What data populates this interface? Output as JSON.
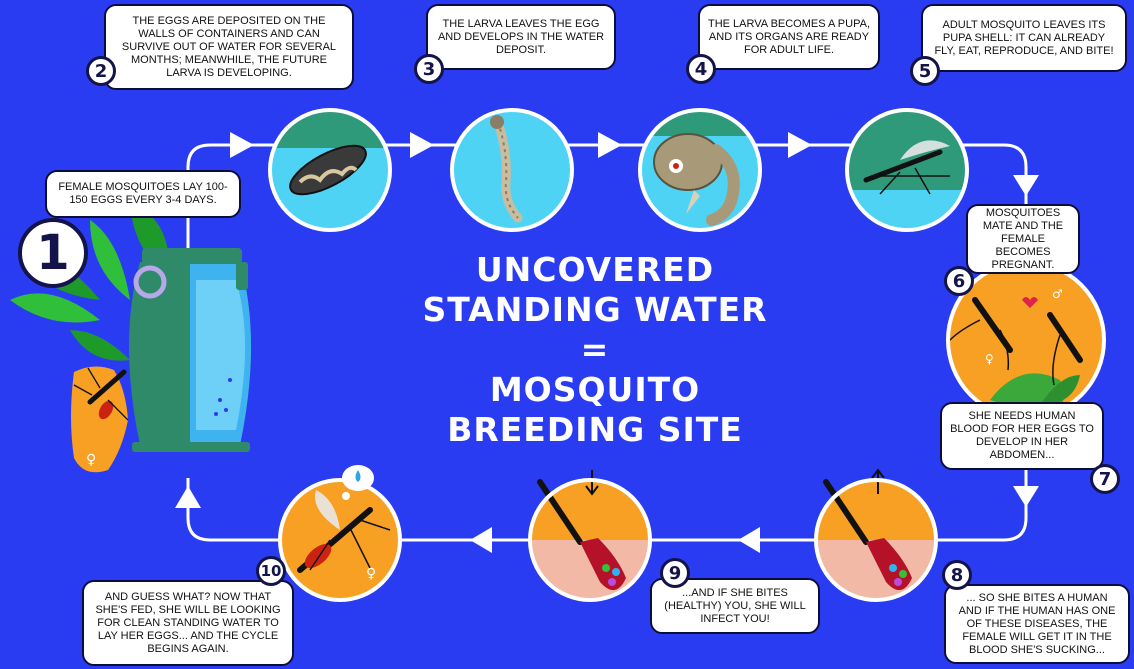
{
  "title": {
    "line1": "UNCOVERED",
    "line2": "STANDING WATER",
    "line3": "=",
    "line4": "MOSQUITO",
    "line5": "BREEDING SITE"
  },
  "steps": [
    {
      "number": "1",
      "text": "FEMALE MOSQUITOES LAY 100-150 EGGS EVERY 3-4 DAYS."
    },
    {
      "number": "2",
      "text": "THE EGGS ARE DEPOSITED ON THE WALLS OF CONTAINERS AND CAN SURVIVE OUT OF WATER FOR SEVERAL MONTHS; MEANWHILE, THE FUTURE LARVA IS DEVELOPING."
    },
    {
      "number": "3",
      "text": "THE LARVA LEAVES THE EGG AND DEVELOPS IN THE WATER DEPOSIT."
    },
    {
      "number": "4",
      "text": "THE LARVA BECOMES A PUPA, AND ITS ORGANS ARE READY FOR ADULT LIFE."
    },
    {
      "number": "5",
      "text": "ADULT MOSQUITO LEAVES ITS PUPA SHELL: IT CAN ALREADY FLY, EAT, REPRODUCE, AND BITE!"
    },
    {
      "number": "6",
      "text": "MOSQUITOES MATE AND THE FEMALE BECOMES PREGNANT."
    },
    {
      "number": "7",
      "text": "SHE NEEDS HUMAN BLOOD FOR HER EGGS TO DEVELOP IN HER ABDOMEN..."
    },
    {
      "number": "8",
      "text": "... SO SHE BITES A HUMAN AND IF THE HUMAN HAS ONE OF THESE DISEASES, THE FEMALE WILL GET IT IN THE BLOOD SHE'S SUCKING..."
    },
    {
      "number": "9",
      "text": "...AND IF SHE BITES (HEALTHY) YOU, SHE WILL INFECT YOU!"
    },
    {
      "number": "10",
      "text": "AND GUESS WHAT? NOW THAT SHE'S FED, SHE WILL BE LOOKING FOR CLEAN STANDING WATER TO LAY HER EGGS... AND THE CYCLE BEGINS AGAIN."
    }
  ],
  "symbols": {
    "female": "♀",
    "male": "♂"
  },
  "colors": {
    "background": "#2a3cf2",
    "orange": "#f7a023",
    "water": "#4fd3f5",
    "teal": "#2f9a7a",
    "container": "#2f8a6a",
    "skin": "#f2b9a6",
    "blood": "#d11a2a"
  }
}
